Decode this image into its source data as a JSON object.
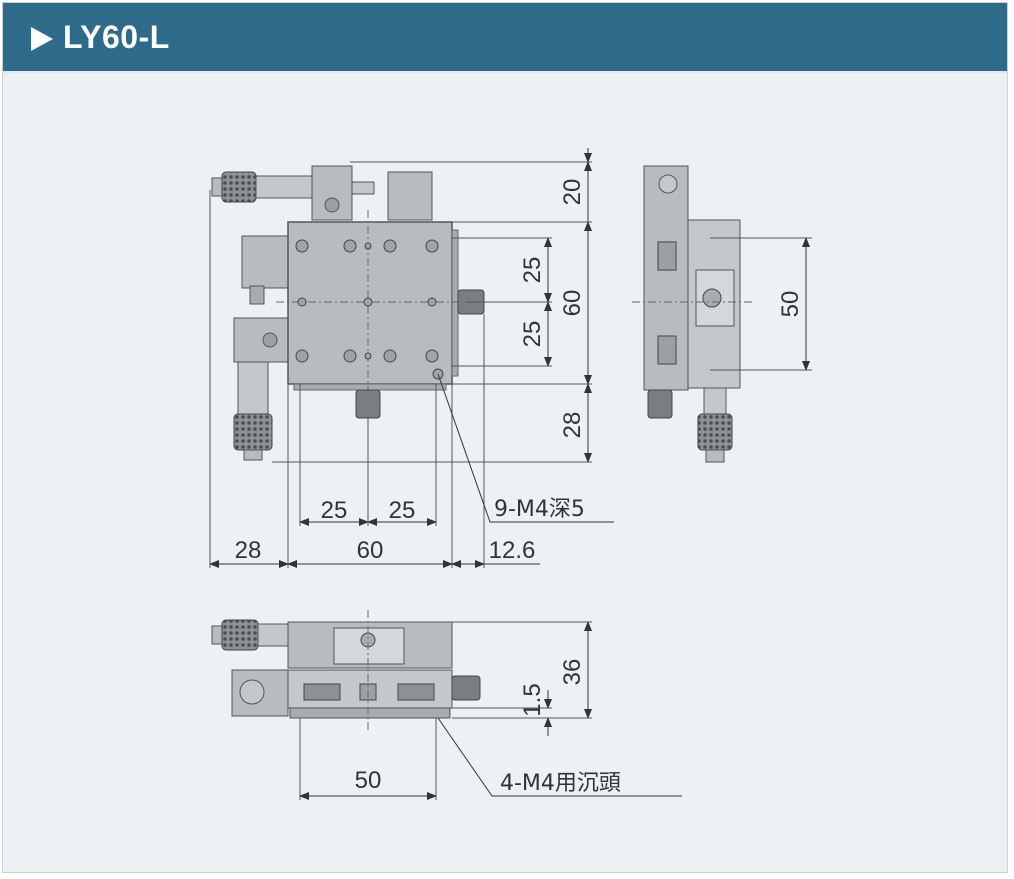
{
  "header": {
    "title": "LY60-L"
  },
  "top_view": {
    "dims": {
      "top_offset": "20",
      "height": "60",
      "hole_pitch_upper": "25",
      "hole_pitch_lower": "25",
      "bottom_offset": "28",
      "hole_span_left": "25",
      "hole_span_right": "25",
      "left_offset": "28",
      "width": "60",
      "right_offset": "12.6"
    },
    "callout": "9-M4深5"
  },
  "side_view": {
    "dims": {
      "pitch": "50"
    }
  },
  "front_view": {
    "dims": {
      "height": "36",
      "step": "1.5",
      "pitch": "50"
    },
    "callout": "4-M4用沉頭"
  },
  "colors": {
    "header": "#2e6b8a",
    "panel": "#eef1f4",
    "metal": "#b8bcc0",
    "line": "#333333"
  }
}
